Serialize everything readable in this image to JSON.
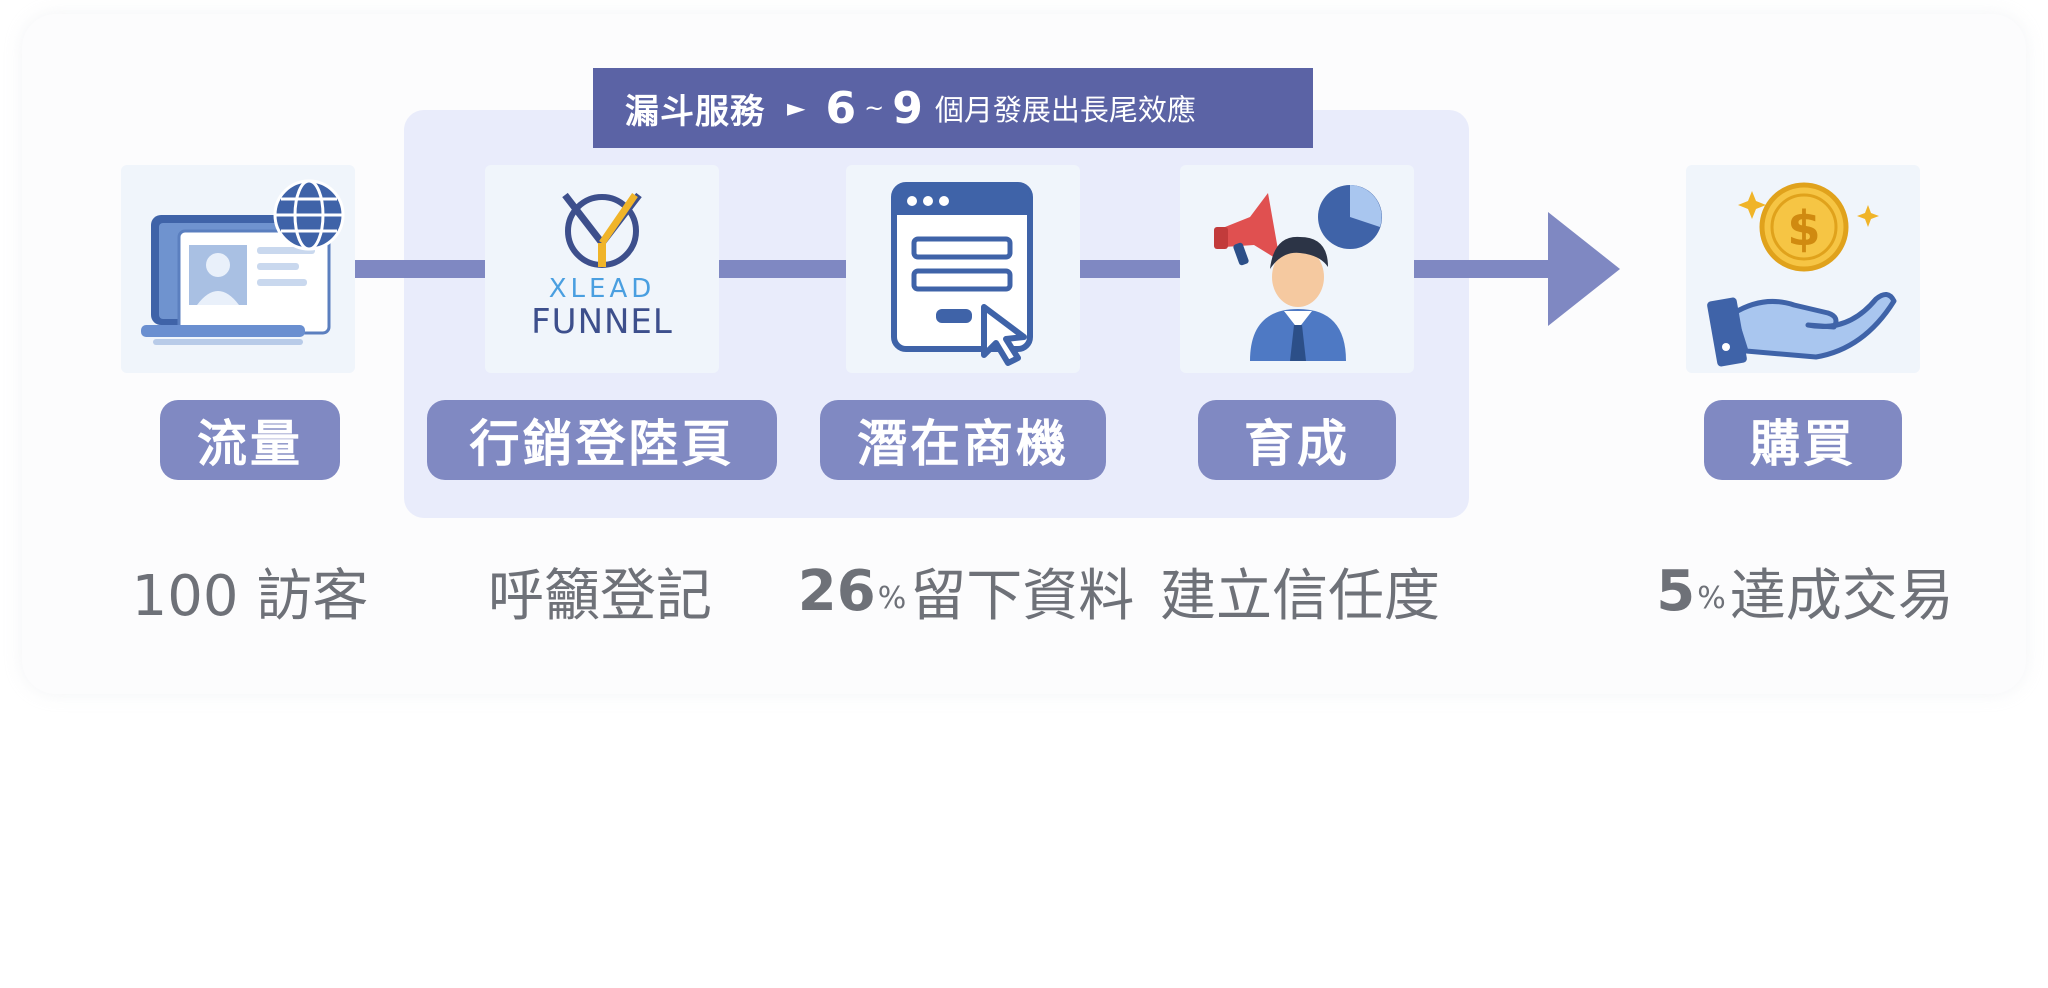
{
  "banner": {
    "title": "漏斗服務",
    "arrow": "►",
    "range_start": "6",
    "range_sep": "~",
    "range_end": "9",
    "description": "個月發展出長尾效應"
  },
  "logo": {
    "line1": "XLEAD",
    "line2": "FUNNEL"
  },
  "stages": [
    {
      "label": "流量",
      "icon": "laptop-globe-icon",
      "caption": "100 訪客"
    },
    {
      "label": "行銷登陸頁",
      "icon": "xlead-funnel-logo",
      "caption": "呼籲登記"
    },
    {
      "label": "潛在商機",
      "icon": "web-form-icon",
      "caption_number": "26",
      "caption_unit": "%",
      "caption": "留下資料"
    },
    {
      "label": "育成",
      "icon": "nurture-person-icon",
      "caption": "建立信任度"
    },
    {
      "label": "購買",
      "icon": "hand-coin-icon",
      "caption_number": "5",
      "caption_unit": "%",
      "caption": "達成交易"
    }
  ],
  "colors": {
    "banner": "#5b63a5",
    "pill": "#8089c2",
    "connector": "#7f88c2",
    "service_area": "#e9ecfb",
    "caption_text": "#6e7178",
    "logo_yellow": "#f0b429",
    "logo_blue": "#4a9fe0",
    "logo_navy": "#3d4f8c"
  }
}
